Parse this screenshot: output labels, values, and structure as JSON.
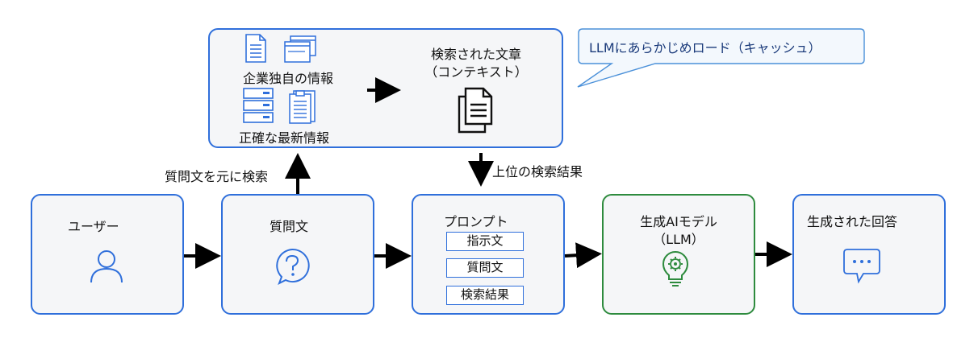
{
  "colors": {
    "blue": "#2f6fdb",
    "green": "#2e8b3e",
    "box_fill": "#f5f6f8",
    "arrow": "#000000"
  },
  "retrieval_box": {
    "corporate_info": "企業独自の情報",
    "latest_info": "正確な最新情報",
    "retrieved_title_1": "検索された文章",
    "retrieved_title_2": "（コンテキスト）",
    "icons": [
      "document-icon",
      "browser-window-icon",
      "server-icon",
      "clipboard-icon",
      "documents-icon"
    ]
  },
  "callout": {
    "text": "LLMにあらかじめロード（キャッシュ）"
  },
  "edge_labels": {
    "search": "質問文を元に検索",
    "top_results": "上位の検索結果"
  },
  "nodes": {
    "user": {
      "label": "ユーザー",
      "icon": "person-icon"
    },
    "question": {
      "label": "質問文",
      "icon": "question-icon"
    },
    "prompt": {
      "label": "プロンプト",
      "items": [
        "指示文",
        "質問文",
        "検索結果"
      ]
    },
    "model": {
      "label_1": "生成AIモデル",
      "label_2": "（LLM）",
      "icon": "lightbulb-gear-icon"
    },
    "answer": {
      "label": "生成された回答",
      "icon": "chat-bubble-icon"
    }
  }
}
